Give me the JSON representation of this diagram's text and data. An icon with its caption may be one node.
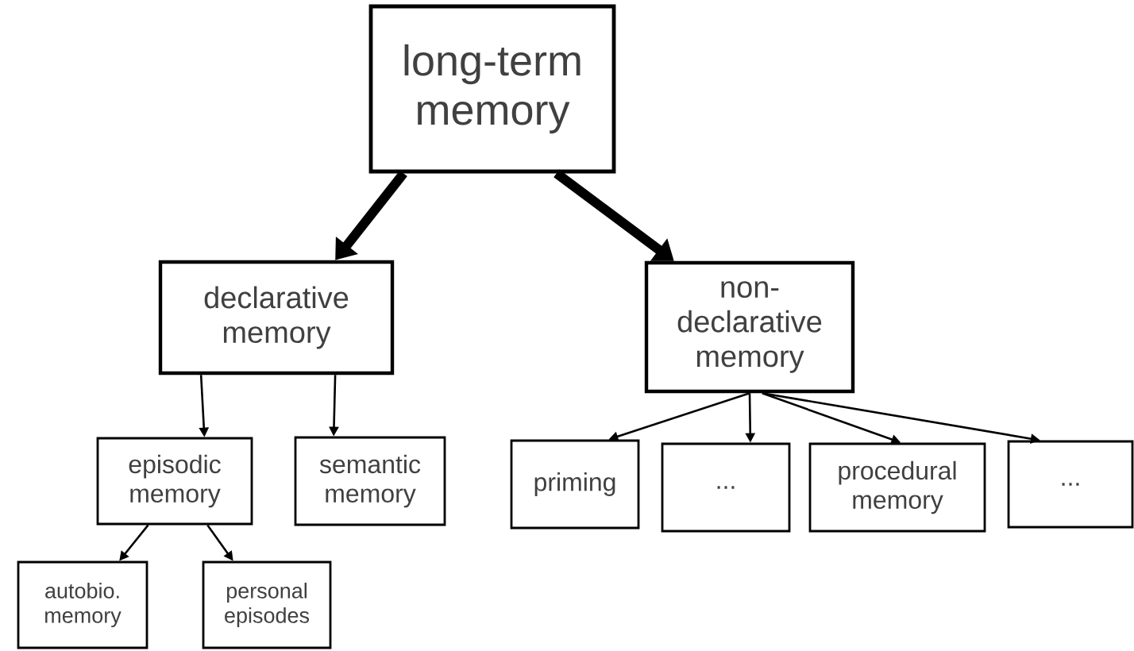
{
  "diagram": {
    "nodes": [
      {
        "text": [
          "long-term memory"
        ]
      },
      {
        "text": [
          "declarative memory"
        ]
      },
      {
        "text": [
          "non-declarative memory"
        ]
      },
      {
        "text": [
          "episodic memory"
        ]
      },
      {
        "text": [
          "semantic memory"
        ]
      },
      {
        "text": [
          "autobio. memory"
        ]
      },
      {
        "text": [
          "personal episodes"
        ]
      },
      {
        "text": [
          "priming"
        ]
      },
      {
        "text": [
          "..."
        ]
      },
      {
        "text": [
          "procedural memory"
        ]
      },
      {
        "text": [
          "..."
        ]
      }
    ],
    "edges": [
      {
        "from": 0,
        "to": 1,
        "arrow": "to",
        "style": "thick"
      },
      {
        "from": 0,
        "to": 2,
        "arrow": "to",
        "style": "thick"
      },
      {
        "from": 1,
        "to": 3,
        "arrow": "to"
      },
      {
        "from": 1,
        "to": 4,
        "arrow": "to"
      },
      {
        "from": 3,
        "to": 5,
        "arrow": "to"
      },
      {
        "from": 3,
        "to": 6,
        "arrow": "to"
      },
      {
        "from": 2,
        "to": 7,
        "arrow": "to"
      },
      {
        "from": 2,
        "to": 8,
        "arrow": "to"
      },
      {
        "from": 2,
        "to": 9,
        "arrow": "to"
      },
      {
        "from": 2,
        "to": 10,
        "arrow": "to"
      }
    ]
  }
}
